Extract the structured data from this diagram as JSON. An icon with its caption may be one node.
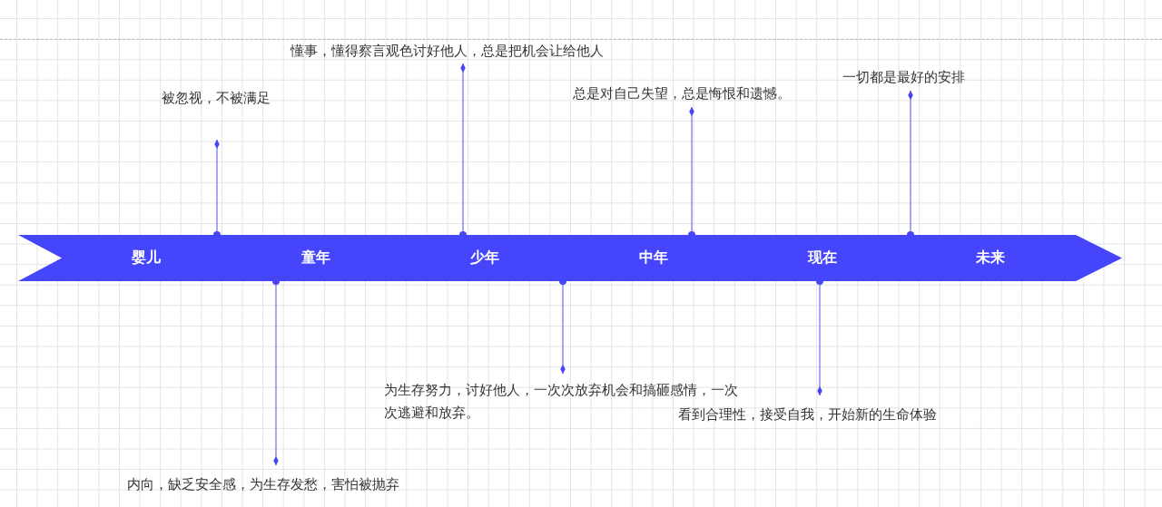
{
  "diagram": {
    "nodes": [
      {
        "text": [],
        "shape": "banner"
      },
      {
        "text": [
          "婴儿"
        ],
        "in": 0
      },
      {
        "text": [
          "童年"
        ],
        "in": 0
      },
      {
        "text": [
          "少年"
        ],
        "in": 0
      },
      {
        "text": [
          "中年"
        ],
        "in": 0
      },
      {
        "text": [
          "现在"
        ],
        "in": 0
      },
      {
        "text": [
          "未来"
        ],
        "in": 0
      },
      {
        "text": [
          "被忽视，不被满足"
        ]
      },
      {
        "text": [
          "懂事，懂得察言观色讨好他人，总是把机会让给他人"
        ]
      },
      {
        "text": [
          "内向，缺乏安全感，为生存发愁，害怕被抛弃"
        ]
      },
      {
        "text": [
          "为生存努力，讨好他人，一次次放弃机会和搞砸感情，一次次逃避和放弃。"
        ]
      },
      {
        "text": [
          "总是对自己失望，总是悔恨和遗憾。"
        ]
      },
      {
        "text": [
          "看到合理性，接受自我，开始新的生命体验"
        ]
      },
      {
        "text": [
          "一切都是最好的安排"
        ]
      }
    ],
    "edges": [
      {
        "from": 0,
        "to": 7,
        "arrow": "other"
      },
      {
        "from": 0,
        "to": 8,
        "arrow": "other"
      },
      {
        "from": 0,
        "to": 9,
        "arrow": "other"
      },
      {
        "from": 0,
        "to": 10,
        "arrow": "other"
      },
      {
        "from": 0,
        "to": 11,
        "arrow": "other"
      },
      {
        "from": 0,
        "to": 12,
        "arrow": "other"
      },
      {
        "from": 0,
        "to": 13,
        "arrow": "other"
      }
    ]
  }
}
